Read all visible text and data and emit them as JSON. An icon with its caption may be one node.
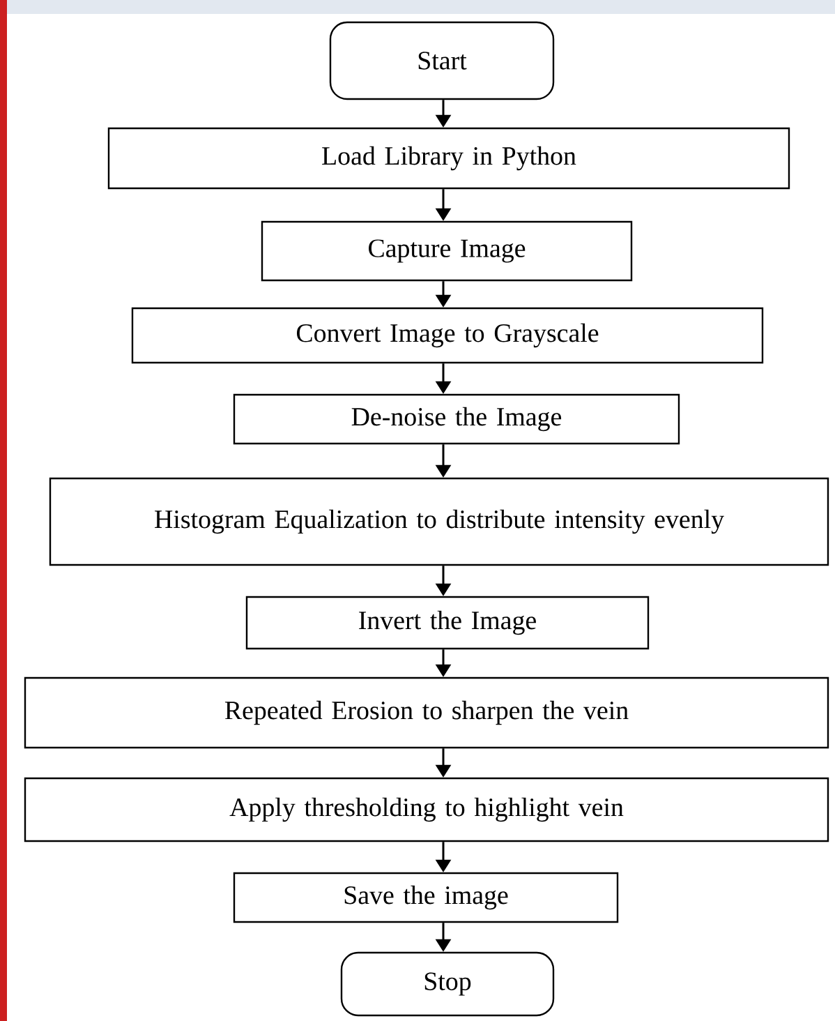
{
  "diagram": {
    "nodes": [
      {
        "text": [
          "Start"
        ]
      },
      {
        "text": [
          "Load Library in Python"
        ]
      },
      {
        "text": [
          "Capture Image"
        ]
      },
      {
        "text": [
          "Convert Image to Grayscale"
        ]
      },
      {
        "text": [
          "De-noise the Image"
        ]
      },
      {
        "text": [
          "Histogram Equalization to distribute intensity evenly"
        ]
      },
      {
        "text": [
          "Invert the Image"
        ]
      },
      {
        "text": [
          "Repeated Erosion to sharpen the vein"
        ]
      },
      {
        "text": [
          "Apply thresholding to highlight vein"
        ]
      },
      {
        "text": [
          "Save the image"
        ]
      },
      {
        "text": [
          "Stop"
        ]
      }
    ],
    "edges": [
      {
        "from": 0,
        "to": 1,
        "arrow": "to"
      },
      {
        "from": 1,
        "to": 2,
        "arrow": "to"
      },
      {
        "from": 2,
        "to": 3,
        "arrow": "to"
      },
      {
        "from": 3,
        "to": 4,
        "arrow": "to"
      },
      {
        "from": 4,
        "to": 5,
        "arrow": "to"
      },
      {
        "from": 5,
        "to": 6,
        "arrow": "to"
      },
      {
        "from": 6,
        "to": 7,
        "arrow": "to"
      },
      {
        "from": 7,
        "to": 8,
        "arrow": "to"
      },
      {
        "from": 8,
        "to": 9,
        "arrow": "to"
      },
      {
        "from": 9,
        "to": 10,
        "arrow": "to"
      }
    ]
  }
}
